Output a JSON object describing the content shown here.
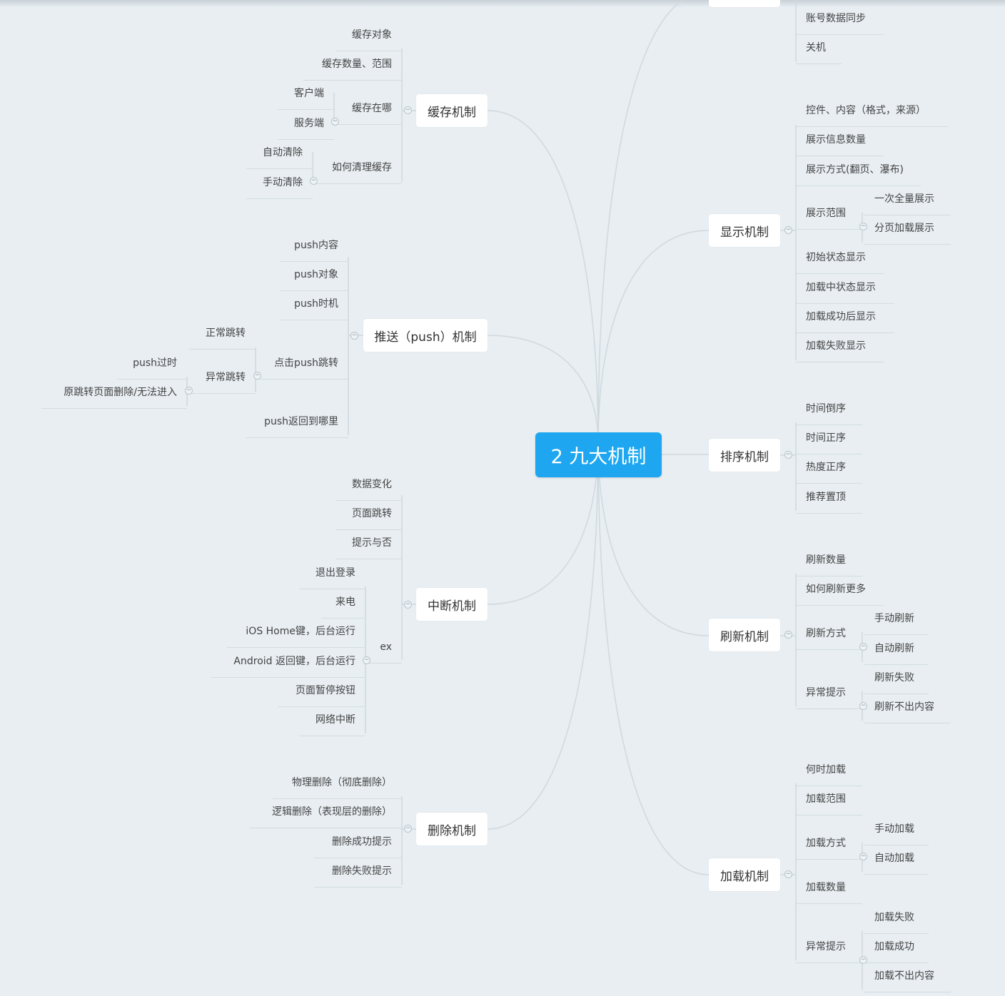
{
  "root": {
    "label": "2 九大机制"
  },
  "cache": {
    "label": "缓存机制",
    "objects": "缓存对象",
    "count_range": "缓存数量、范围",
    "where": "缓存在哪",
    "client": "客户端",
    "server": "服务端",
    "how_clear": "如何清理缓存",
    "auto_clear": "自动清除",
    "manual_clear": "手动清除"
  },
  "push": {
    "label": "推送（push）机制",
    "content": "push内容",
    "target": "push对象",
    "timing": "push时机",
    "click_jump": "点击push跳转",
    "normal_jump": "正常跳转",
    "abnormal_jump": "异常跳转",
    "expired": "push过时",
    "deleted": "原跳转页面删除/无法进入",
    "return_where": "push返回到哪里"
  },
  "interrupt": {
    "label": "中断机制",
    "data_change": "数据变化",
    "page_jump": "页面跳转",
    "prompt": "提示与否",
    "ex": "ex",
    "logout": "退出登录",
    "call": "来电",
    "ios_home": "iOS Home键，后台运行",
    "android_back": "Android 返回键，后台运行",
    "pause_button": "页面暂停按钮",
    "network": "网络中断"
  },
  "delete": {
    "label": "删除机制",
    "physical": "物理删除（彻底删除）",
    "logical": "逻辑删除（表现层的删除）",
    "success": "删除成功提示",
    "fail": "删除失败提示"
  },
  "top_right": {
    "account_sync": "账号数据同步",
    "shutdown": "关机"
  },
  "display": {
    "label": "显示机制",
    "controls": "控件、内容（格式，来源）",
    "info_count": "展示信息数量",
    "mode": "展示方式(翻页、瀑布)",
    "range": "展示范围",
    "all_once": "一次全量展示",
    "paged": "分页加载展示",
    "initial": "初始状态显示",
    "loading": "加载中状态显示",
    "loaded": "加载成功后显示",
    "failed": "加载失败显示"
  },
  "sort": {
    "label": "排序机制",
    "time_desc": "时间倒序",
    "time_asc": "时间正序",
    "hot": "热度正序",
    "pinned": "推荐置顶"
  },
  "refresh": {
    "label": "刷新机制",
    "count": "刷新数量",
    "more": "如何刷新更多",
    "mode": "刷新方式",
    "manual": "手动刷新",
    "auto": "自动刷新",
    "error": "异常提示",
    "fail": "刷新失败",
    "empty": "刷新不出内容"
  },
  "load": {
    "label": "加载机制",
    "when": "何时加载",
    "range": "加载范围",
    "mode": "加载方式",
    "manual": "手动加载",
    "auto": "自动加载",
    "count": "加载数量",
    "error": "异常提示",
    "fail": "加载失败",
    "success": "加载成功",
    "empty": "加载不出内容"
  },
  "colors": {
    "background": "#e8eef2",
    "root_fill": "#1ea7f0",
    "branch_fill": "#ffffff",
    "connector": "#cfd9df"
  }
}
